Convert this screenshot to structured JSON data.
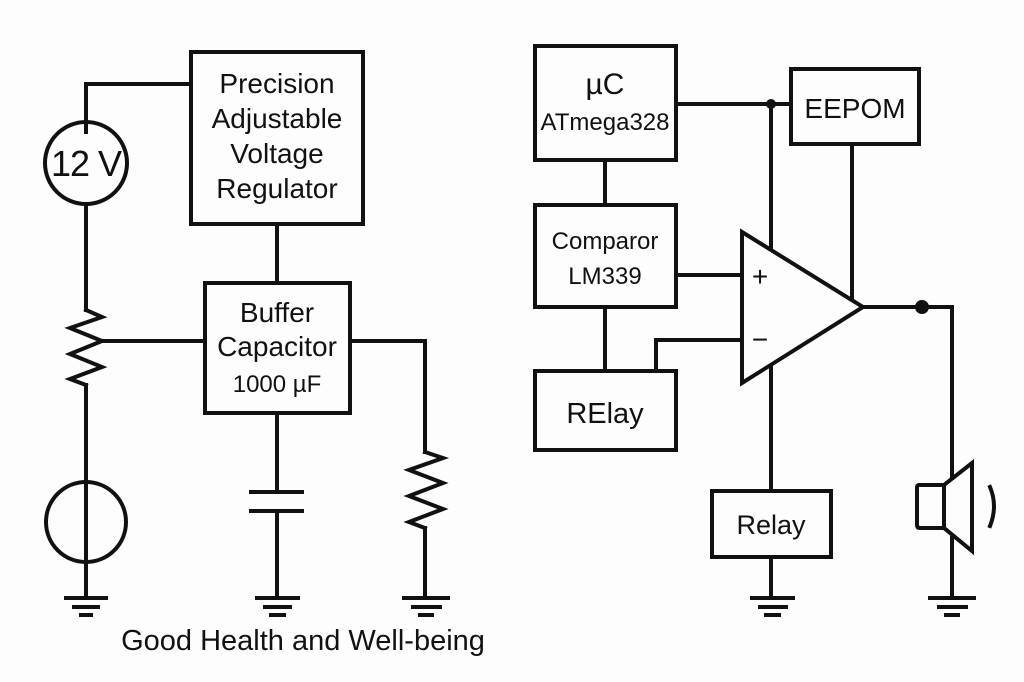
{
  "diagram": {
    "caption": "Good Health and Well-being",
    "colors": {
      "stroke": "#111111",
      "background": "#fdfdfd"
    },
    "left_circuit": {
      "source": {
        "label": "12 V"
      },
      "regulator": {
        "lines": [
          "Precision",
          "Adjustable",
          "Voltage",
          "Regulator"
        ]
      },
      "buffer": {
        "lines": [
          "Buffer",
          "Capacitor",
          "1000 µF"
        ]
      },
      "components": [
        "potentiometer",
        "current-source",
        "capacitor",
        "resistor",
        "ground",
        "ground",
        "ground"
      ]
    },
    "right_circuit": {
      "mcu": {
        "lines": [
          "µC",
          "ATmega328"
        ]
      },
      "eeprom": {
        "label": "EEPOM"
      },
      "comparator": {
        "lines": [
          "Comparor",
          "LM339"
        ]
      },
      "relay_upper": {
        "label": "RElay"
      },
      "relay_lower": {
        "label": "Relay"
      },
      "opamp": {
        "plus": "+",
        "minus": "−"
      },
      "components": [
        "op-amp",
        "speaker",
        "ground",
        "ground"
      ]
    }
  }
}
